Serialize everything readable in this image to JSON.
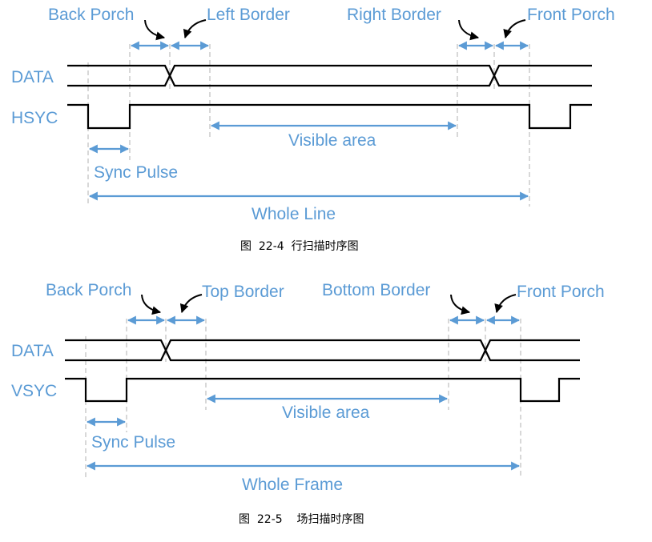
{
  "diagram_h": {
    "labels": {
      "back_porch": "Back Porch",
      "left_border": "Left Border",
      "right_border": "Right Border",
      "front_porch": "Front Porch",
      "data": "DATA",
      "sync": "HSYC",
      "visible_area": "Visible area",
      "sync_pulse": "Sync Pulse",
      "whole": "Whole Line"
    },
    "caption": "图  22-4  行扫描时序图"
  },
  "diagram_v": {
    "labels": {
      "back_porch": "Back Porch",
      "left_border": "Top Border",
      "right_border": "Bottom Border",
      "front_porch": "Front Porch",
      "data": "DATA",
      "sync": "VSYC",
      "visible_area": "Visible area",
      "sync_pulse": "Sync Pulse",
      "whole": "Whole Frame"
    },
    "caption": "图  22-5    场扫描时序图"
  },
  "colors": {
    "label_blue": "#5b9bd5",
    "signal_black": "#000000",
    "guide_gray": "#b8b8b8"
  }
}
